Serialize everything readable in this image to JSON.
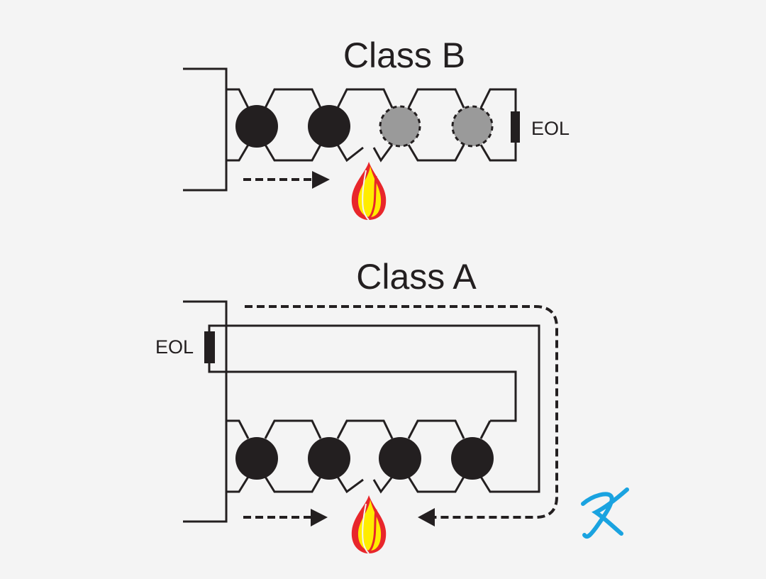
{
  "diagrams": [
    {
      "id": "class-b",
      "title": "Class B",
      "eol_label": "EOL",
      "detectors": [
        {
          "index": 1,
          "state": "active"
        },
        {
          "index": 2,
          "state": "active"
        },
        {
          "index": 3,
          "state": "inactive"
        },
        {
          "index": 4,
          "state": "inactive"
        }
      ],
      "break_between_detectors": [
        2,
        3
      ],
      "signal_direction": "right"
    },
    {
      "id": "class-a",
      "title": "Class A",
      "eol_label": "EOL",
      "detectors": [
        {
          "index": 1,
          "state": "active"
        },
        {
          "index": 2,
          "state": "active"
        },
        {
          "index": 3,
          "state": "active"
        },
        {
          "index": 4,
          "state": "active"
        }
      ],
      "break_between_detectors": [
        2,
        3
      ],
      "signal_direction": "both"
    }
  ],
  "colors": {
    "background": "#f4f4f4",
    "line": "#231f20",
    "inactive_detector": "#9a9a9a",
    "flame_outer": "#e8262b",
    "flame_inner": "#ffec00",
    "logo": "#1aa3e0"
  },
  "icons": {
    "fire": "fire-icon",
    "logo": "k-logo-icon"
  }
}
